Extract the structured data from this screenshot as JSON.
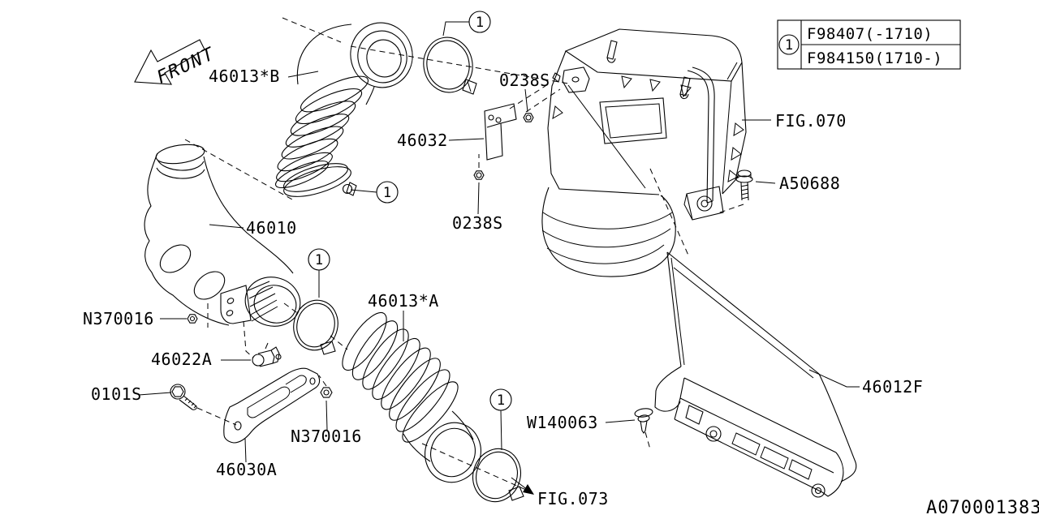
{
  "front_label": "FRONT",
  "drawing_number": "A070001383",
  "colors": {
    "line": "#000000",
    "background": "#ffffff"
  },
  "legend": {
    "marker": "1",
    "rows": [
      "F98407(-1710)",
      "F984150(1710-)"
    ]
  },
  "markers": {
    "callout": "1"
  },
  "labels": {
    "hose_outlet_b": "46013*B",
    "bracket_upper": "46032",
    "nut_upper": "0238S",
    "nut_lower": "0238S",
    "air_intake_duct": "46010",
    "hose_inlet_a": "46013*A",
    "flange_nut_left": "N370016",
    "cushion": "46022A",
    "bolt": "0101S",
    "flange_nut_right": "N370016",
    "bracket_lower": "46030A",
    "clip": "W140063",
    "fig_073": "FIG.073",
    "fig_070": "FIG.070",
    "screw": "A50688",
    "duct_cover": "46012F"
  }
}
